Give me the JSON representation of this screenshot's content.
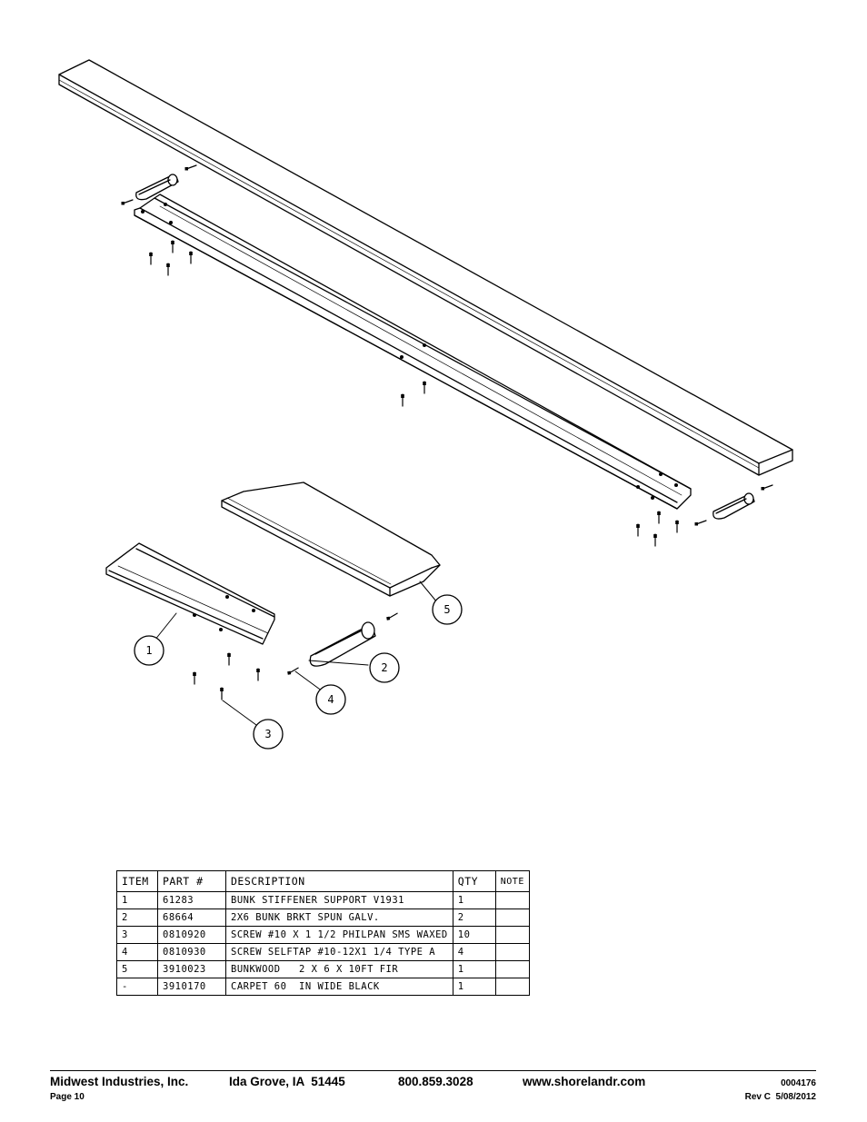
{
  "callouts": [
    "1",
    "2",
    "3",
    "4",
    "5"
  ],
  "parts_table": {
    "headers": [
      "ITEM",
      "PART #",
      "DESCRIPTION",
      "QTY",
      "NOTE"
    ],
    "rows": [
      [
        "1",
        "61283",
        "BUNK STIFFENER SUPPORT V1931",
        "1",
        ""
      ],
      [
        "2",
        "68664",
        "2X6 BUNK BRKT SPUN GALV.",
        "2",
        ""
      ],
      [
        "3",
        "0810920",
        "SCREW #10 X 1 1/2 PHILPAN SMS WAXED",
        "10",
        ""
      ],
      [
        "4",
        "0810930",
        "SCREW SELFTAP #10-12X1 1/4 TYPE A",
        "4",
        ""
      ],
      [
        "5",
        "3910023",
        "BUNKWOOD   2 X 6 X 10FT FIR",
        "1",
        ""
      ],
      [
        "-",
        "3910170",
        "CARPET 60  IN WIDE BLACK",
        "1",
        ""
      ]
    ]
  },
  "footer": {
    "company": "Midwest Industries, Inc.",
    "city": "Ida Grove, IA  51445",
    "phone": "800.859.3028",
    "website": "www.shorelandr.com",
    "doc_number": "0004176",
    "page": "Page 10",
    "revision": "Rev C  5/08/2012"
  }
}
